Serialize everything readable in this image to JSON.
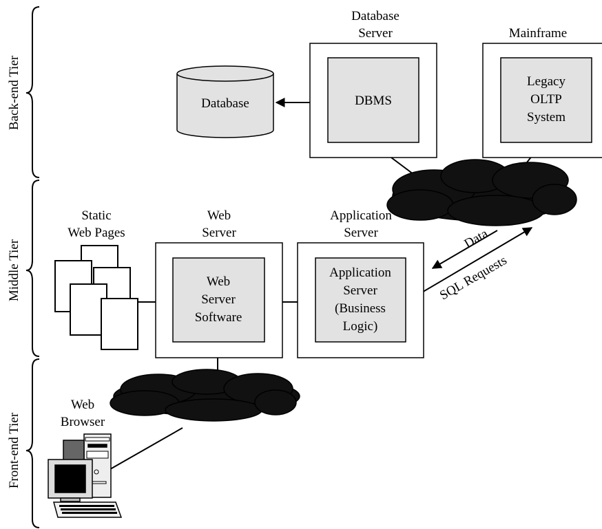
{
  "tiers": {
    "backend": "Back-end Tier",
    "middle": "Middle Tier",
    "frontend": "Front-end Tier"
  },
  "database": {
    "label": "Database"
  },
  "database_server": {
    "title_line1": "Database",
    "title_line2": "Server",
    "inner_label": "DBMS"
  },
  "mainframe": {
    "title": "Mainframe",
    "inner_line1": "Legacy",
    "inner_line2": "OLTP",
    "inner_line3": "System"
  },
  "static_pages": {
    "line1": "Static",
    "line2": "Web Pages"
  },
  "web_server": {
    "title_line1": "Web",
    "title_line2": "Server",
    "inner_line1": "Web",
    "inner_line2": "Server",
    "inner_line3": "Software"
  },
  "app_server": {
    "title_line1": "Application",
    "title_line2": "Server",
    "inner_line1": "Application",
    "inner_line2": "Server",
    "inner_line3": "(Business",
    "inner_line4": "Logic)"
  },
  "arrows": {
    "data": "Data",
    "sql": "SQL Requests"
  },
  "browser": {
    "line1": "Web",
    "line2": "Browser"
  }
}
